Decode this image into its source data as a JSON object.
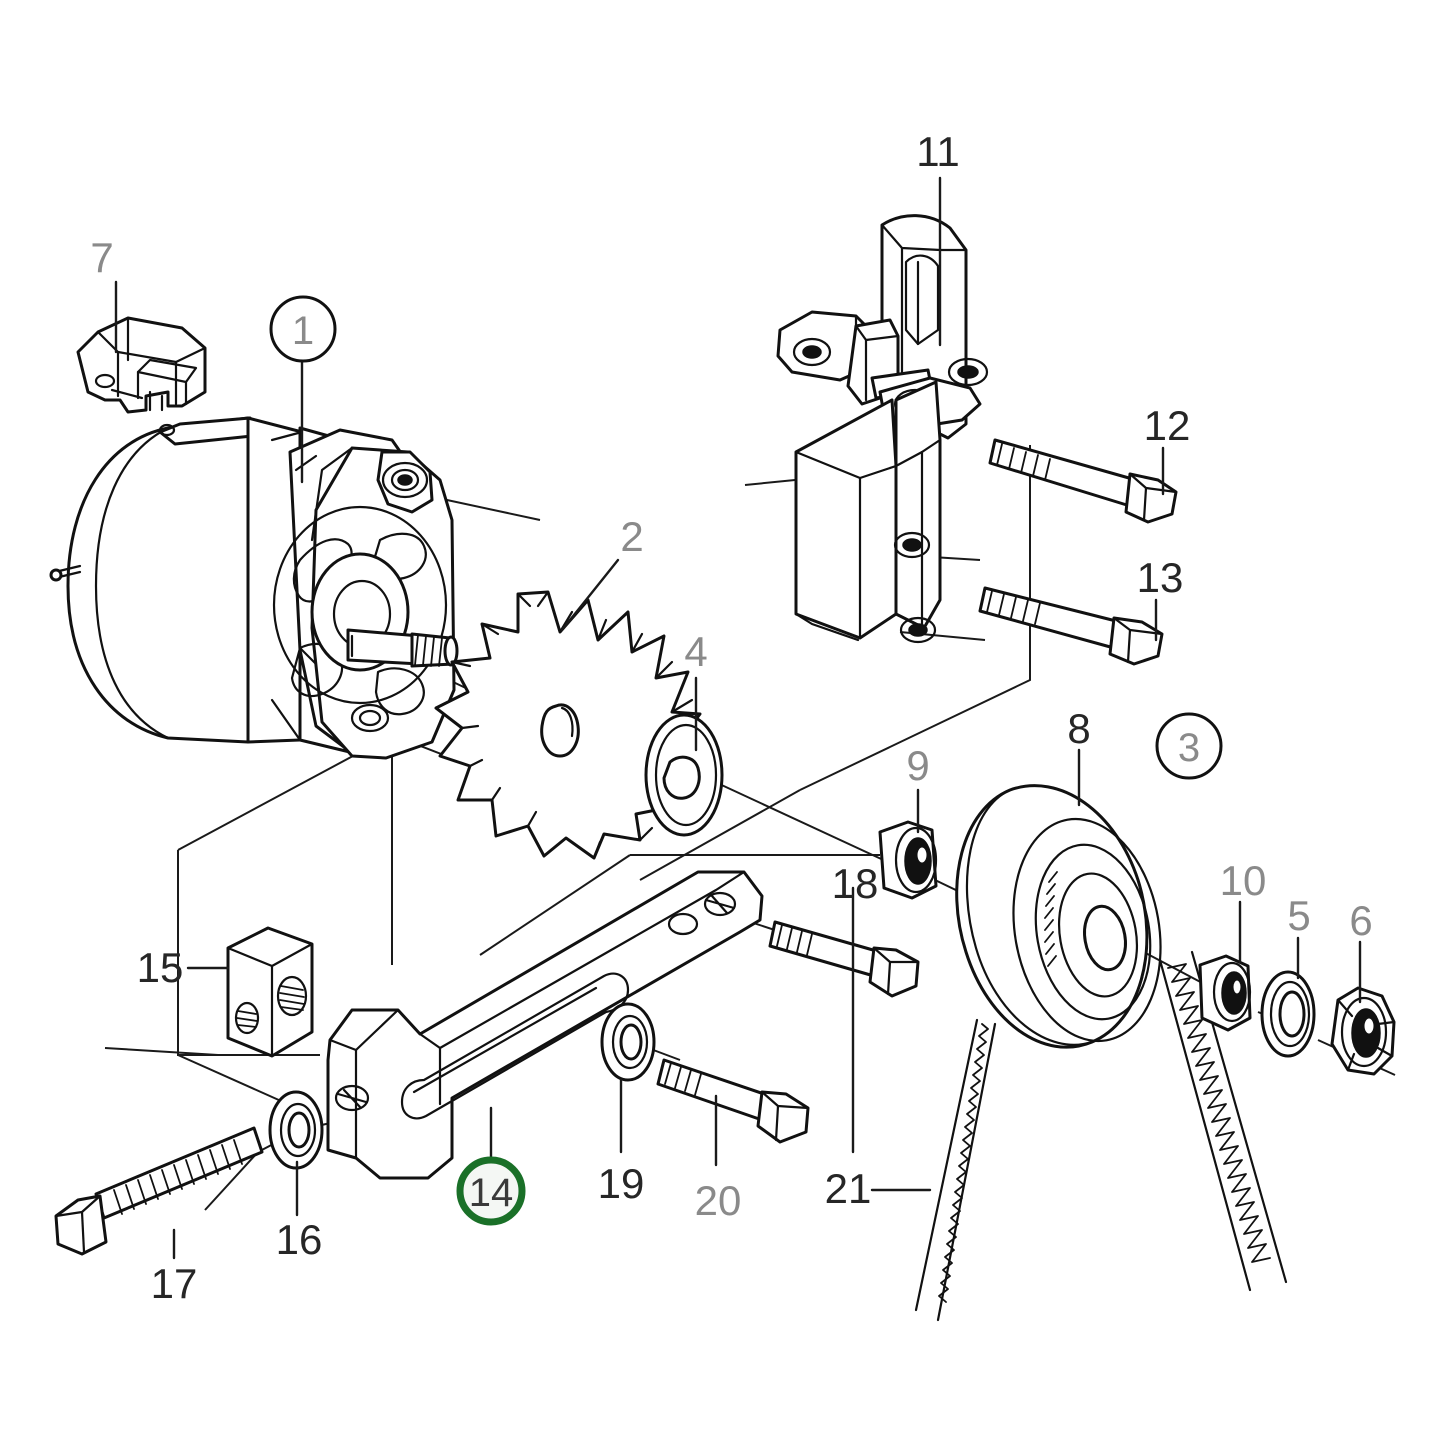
{
  "diagram": {
    "title": "Alternator and mounting exploded view",
    "highlight_color": "#1a7028",
    "label_gray": "#8a8a8a",
    "label_dark": "#262626",
    "background": "#ffffff"
  },
  "callouts": [
    {
      "id": "1",
      "text": "1",
      "style": "circle",
      "tone": "gray",
      "highlighted": false,
      "part": "alternator"
    },
    {
      "id": "2",
      "text": "2",
      "style": "plain",
      "tone": "gray",
      "highlighted": false,
      "part": "cooling-fan"
    },
    {
      "id": "3",
      "text": "3",
      "style": "circle",
      "tone": "gray",
      "highlighted": false,
      "part": "pulley-assembly"
    },
    {
      "id": "4",
      "text": "4",
      "style": "plain",
      "tone": "gray",
      "highlighted": false,
      "part": "spacer-washer"
    },
    {
      "id": "5",
      "text": "5",
      "style": "plain",
      "tone": "gray",
      "highlighted": false,
      "part": "flat-washer-pulley"
    },
    {
      "id": "6",
      "text": "6",
      "style": "plain",
      "tone": "gray",
      "highlighted": false,
      "part": "hex-nut"
    },
    {
      "id": "7",
      "text": "7",
      "style": "plain",
      "tone": "gray",
      "highlighted": false,
      "part": "voltage-regulator"
    },
    {
      "id": "8",
      "text": "8",
      "style": "plain",
      "tone": "dark",
      "highlighted": false,
      "part": "pulley"
    },
    {
      "id": "9",
      "text": "9",
      "style": "plain",
      "tone": "gray",
      "highlighted": false,
      "part": "bearing-collar"
    },
    {
      "id": "10",
      "text": "10",
      "style": "plain",
      "tone": "gray",
      "highlighted": false,
      "part": "lock-collar"
    },
    {
      "id": "11",
      "text": "11",
      "style": "plain",
      "tone": "dark",
      "highlighted": false,
      "part": "mounting-bracket"
    },
    {
      "id": "12",
      "text": "12",
      "style": "plain",
      "tone": "dark",
      "highlighted": false,
      "part": "bracket-bolt-upper"
    },
    {
      "id": "13",
      "text": "13",
      "style": "plain",
      "tone": "dark",
      "highlighted": false,
      "part": "bracket-bolt-lower"
    },
    {
      "id": "14",
      "text": "14",
      "style": "circle",
      "tone": "dark",
      "highlighted": true,
      "part": "adjusting-arm"
    },
    {
      "id": "15",
      "text": "15",
      "style": "plain",
      "tone": "dark",
      "highlighted": false,
      "part": "spacer-block"
    },
    {
      "id": "16",
      "text": "16",
      "style": "plain",
      "tone": "dark",
      "highlighted": false,
      "part": "washer-long-bolt"
    },
    {
      "id": "17",
      "text": "17",
      "style": "plain",
      "tone": "dark",
      "highlighted": false,
      "part": "long-bolt"
    },
    {
      "id": "18",
      "text": "18",
      "style": "plain",
      "tone": "dark",
      "highlighted": false,
      "part": "bolt-upper-arm"
    },
    {
      "id": "19",
      "text": "19",
      "style": "plain",
      "tone": "dark",
      "highlighted": false,
      "part": "washer-arm"
    },
    {
      "id": "20",
      "text": "20",
      "style": "plain",
      "tone": "gray",
      "highlighted": false,
      "part": "bolt-lower-arm"
    },
    {
      "id": "21",
      "text": "21",
      "style": "plain",
      "tone": "dark",
      "highlighted": false,
      "part": "drive-belt"
    }
  ]
}
